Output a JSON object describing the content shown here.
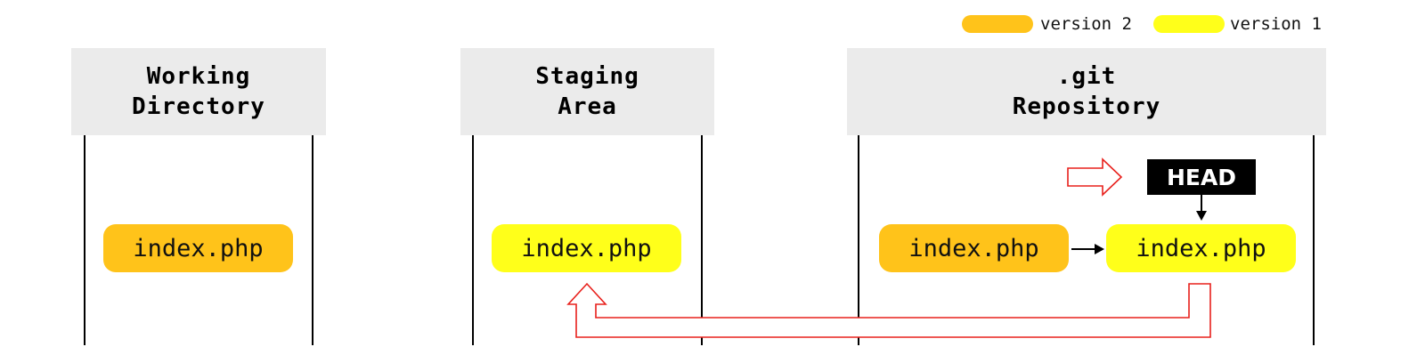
{
  "colors": {
    "version2": "#ffc31a",
    "version1": "#ffff1a",
    "header_bg": "#ebebeb",
    "arrow_red": "#e8201c",
    "head_bg": "#000000"
  },
  "legend": {
    "version2_label": "version 2",
    "version1_label": "version 1"
  },
  "columns": {
    "working_directory": {
      "title_line1": "Working",
      "title_line2": "Directory",
      "file": "index.php",
      "file_version": "version2"
    },
    "staging_area": {
      "title_line1": "Staging",
      "title_line2": "Area",
      "file": "index.php",
      "file_version": "version1"
    },
    "repository": {
      "title_line1": ".git",
      "title_line2": "Repository",
      "commits": [
        {
          "file": "index.php",
          "file_version": "version2"
        },
        {
          "file": "index.php",
          "file_version": "version1"
        }
      ],
      "head_label": "HEAD"
    }
  },
  "icons": {
    "commit_arrow": "arrow-right-icon",
    "head_pointer": "arrow-down-icon",
    "hollow_arrow": "hollow-arrow-right-icon",
    "reset_arrow": "hollow-arrow-up-icon"
  }
}
